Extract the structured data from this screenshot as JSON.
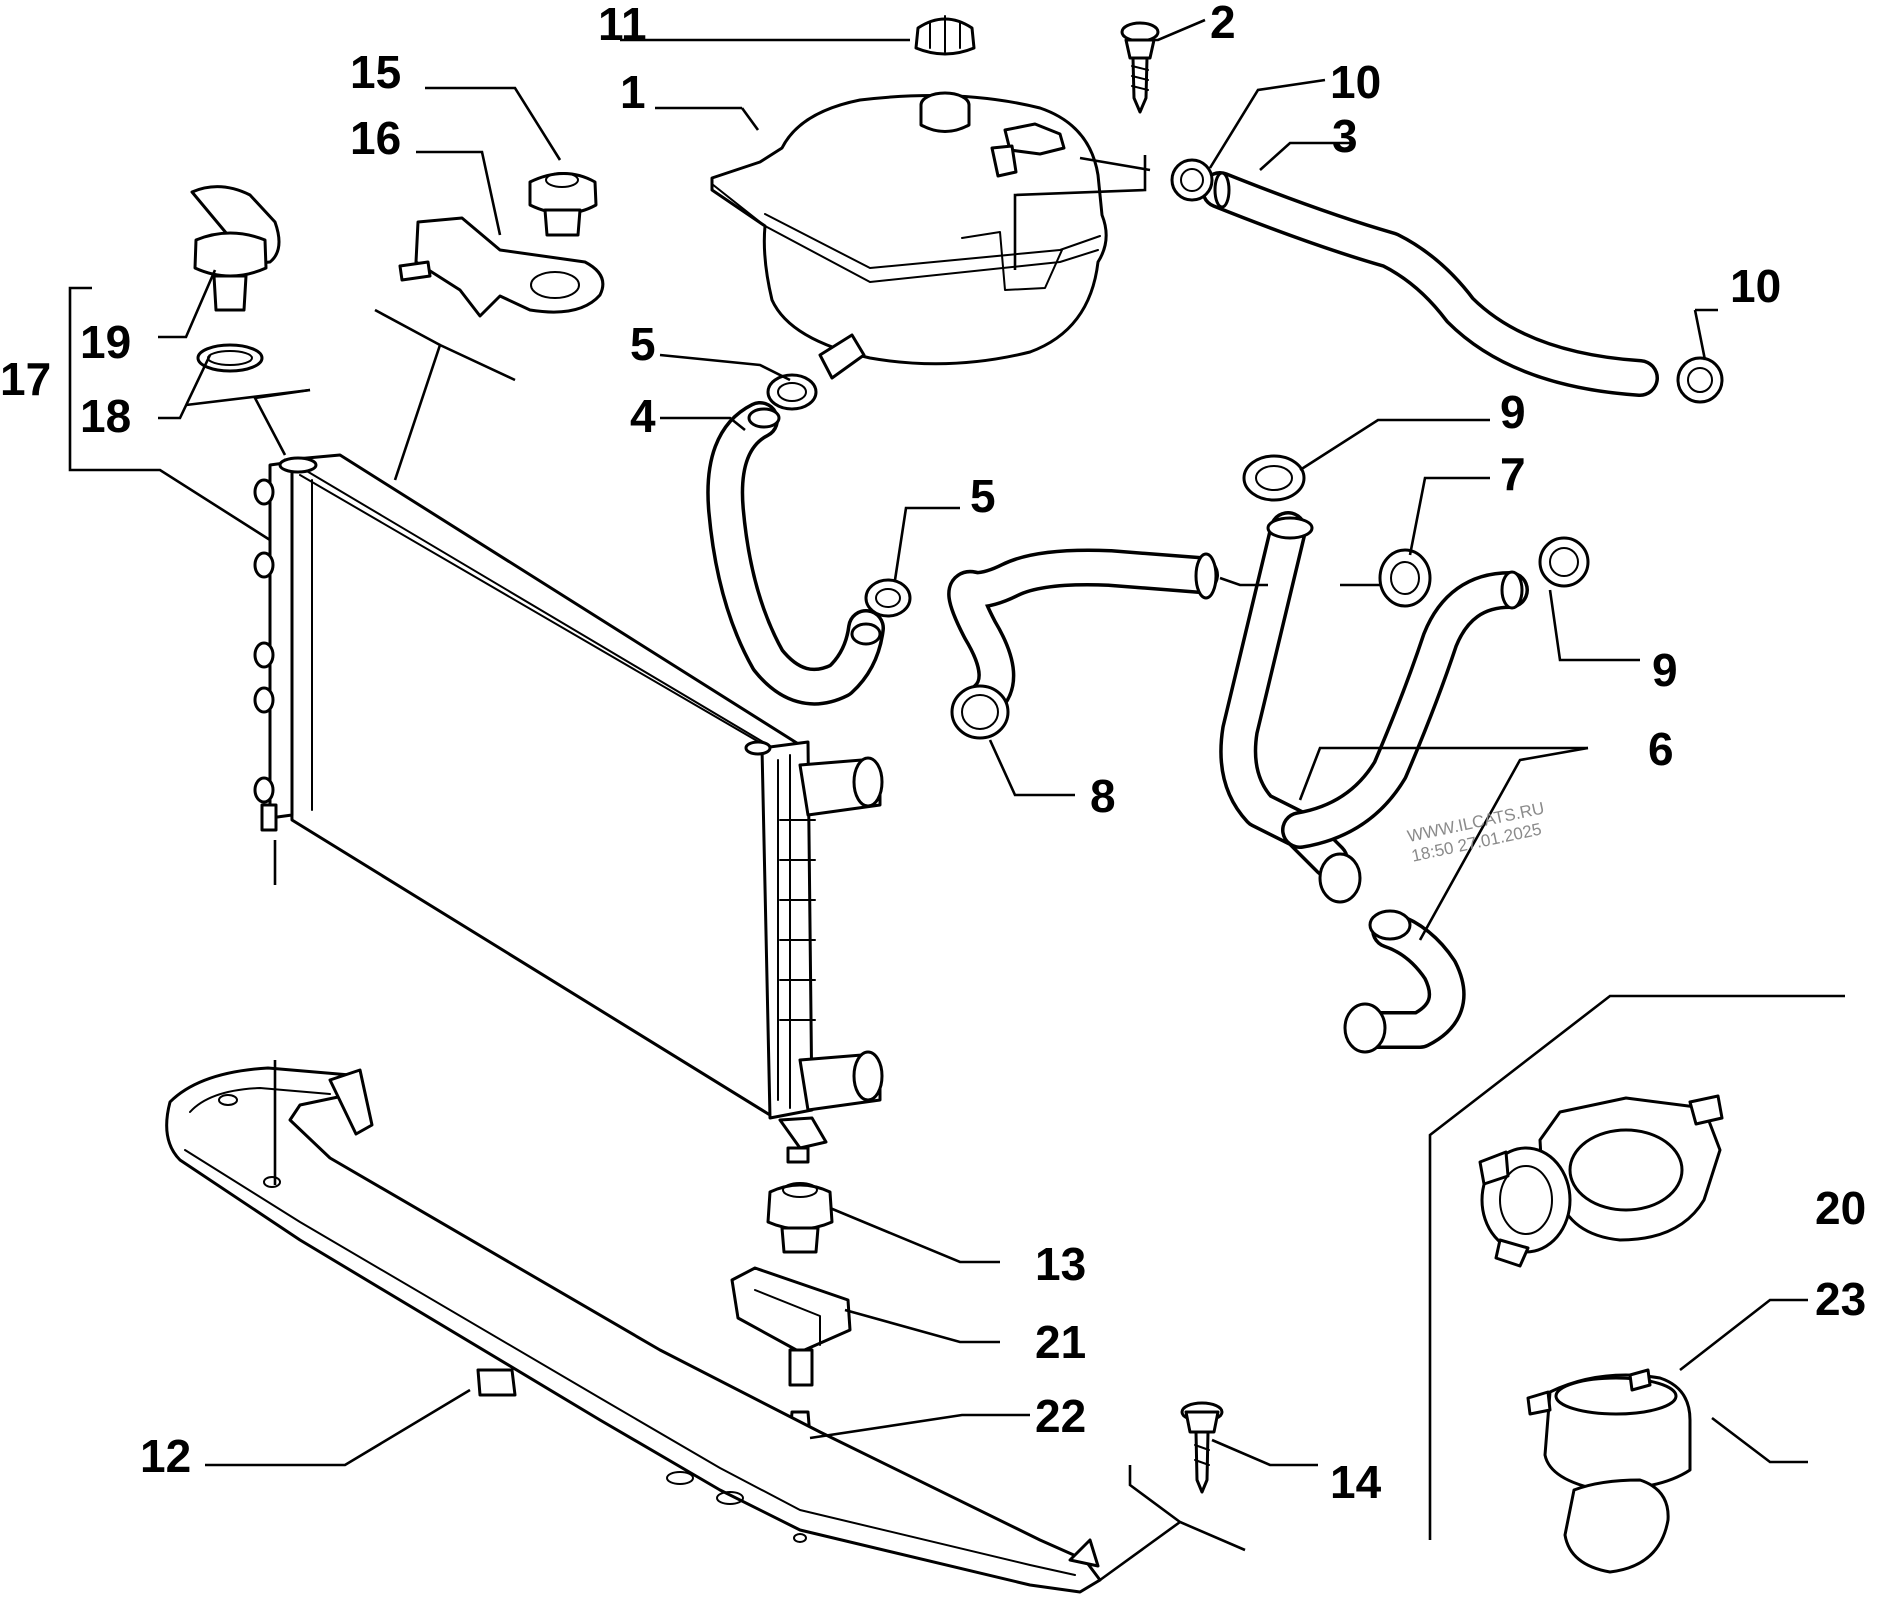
{
  "callouts": {
    "p1": "1",
    "p2": "2",
    "p3": "3",
    "p4": "4",
    "p5a": "5",
    "p5b": "5",
    "p6": "6",
    "p7": "7",
    "p8": "8",
    "p9a": "9",
    "p9b": "9",
    "p10a": "10",
    "p10b": "10",
    "p11": "11",
    "p12": "12",
    "p13": "13",
    "p14": "14",
    "p15": "15",
    "p16": "16",
    "p17": "17",
    "p18": "18",
    "p19": "19",
    "p20": "20",
    "p21": "21",
    "p22": "22",
    "p23": "23"
  },
  "watermark": {
    "site": "WWW.ILCATS.RU",
    "timestamp": "18:50 27.01.2025"
  }
}
